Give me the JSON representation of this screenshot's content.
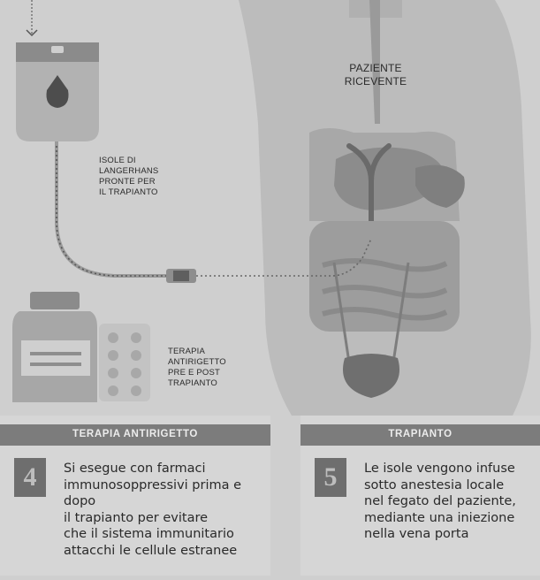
{
  "labels": {
    "recipient": "PAZIENTE\nRICEVENTE",
    "islets": "ISOLE DI\nLANGERHANS\nPRONTE PER\nIL TRAPIANTO",
    "therapy": "TERAPIA\nANTIRIGETTO\nPRE E POST\nTRAPIANTO"
  },
  "panels": [
    {
      "title": "TERAPIA ANTIRIGETTO",
      "number": "4",
      "text": "Si esegue con farmaci\nimmunosoppressivi prima e dopo\nil trapianto per evitare\nche il sistema immunitario\nattacchi le cellule estranee"
    },
    {
      "title": "TRAPIANTO",
      "number": "5",
      "text": "Le isole vengono infuse\nsotto anestesia locale\nnel fegato del paziente,\nmediante una iniezione\nnella vena porta"
    }
  ],
  "colors": {
    "background": "#cfcfcf",
    "body": "#b9b9b9",
    "organ_dark": "#8f8f8f",
    "organ_mid": "#a5a5a5",
    "panel_title_bar": "#7c7c7c",
    "panel_body": "#d6d6d6",
    "number_box": "#6e6e6e"
  }
}
